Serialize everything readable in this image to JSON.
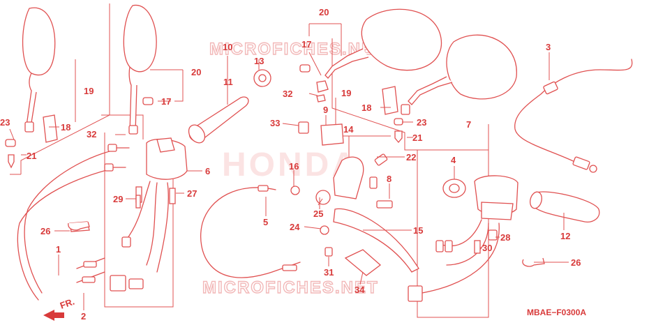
{
  "watermark_top": "MICROFICHES.NET",
  "watermark_center": "HONDA",
  "watermark_bottom": "MICROFICHES.NET",
  "diagram_code": "MBAE−F0300A",
  "direction_label": "FR.",
  "accent_color": "#e05050",
  "labels": [
    "1",
    "2",
    "3",
    "4",
    "5",
    "6",
    "7",
    "8",
    "9",
    "10",
    "11",
    "12",
    "13",
    "14",
    "15",
    "16",
    "17",
    "17",
    "18",
    "18",
    "19",
    "19",
    "20",
    "20",
    "21",
    "21",
    "22",
    "23",
    "23",
    "24",
    "25",
    "26",
    "26",
    "27",
    "28",
    "29",
    "30",
    "31",
    "32",
    "32",
    "33",
    "34"
  ]
}
